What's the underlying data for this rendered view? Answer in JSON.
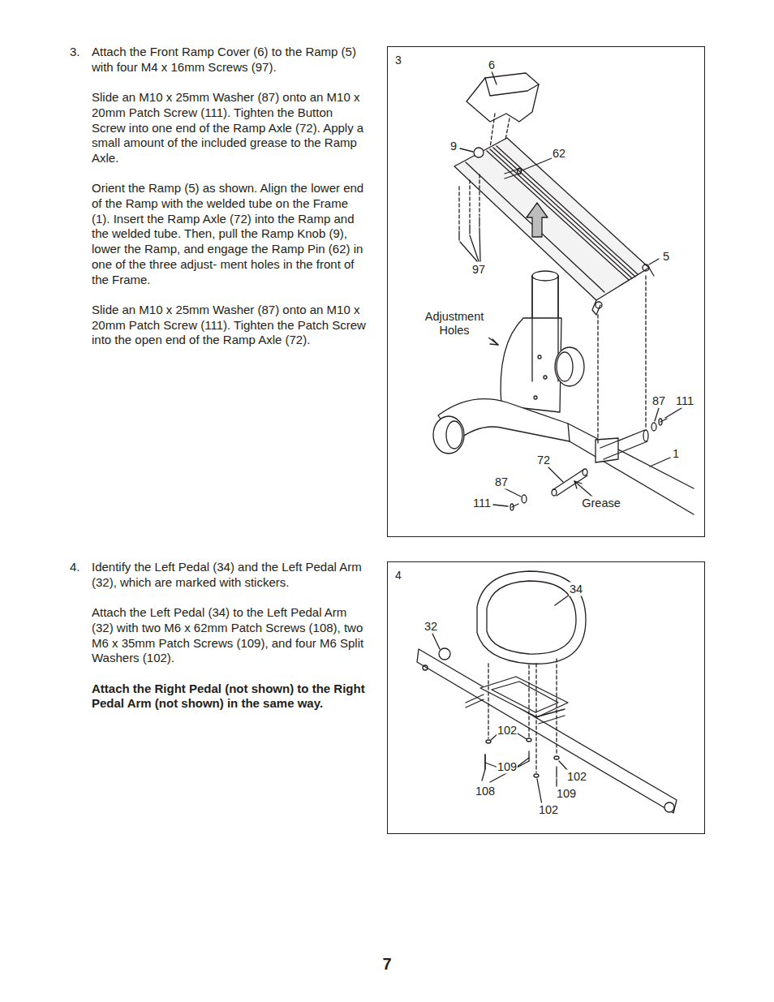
{
  "diagram": {
    "nodes": [
      {
        "text": [
          "3"
        ]
      },
      {
        "text": [
          "4"
        ]
      }
    ],
    "labels": [
      "3.",
      "Attach the Front Ramp Cover (6) to the Ramp (5) with four M4 x 16mm Screws (97).",
      "Slide an M10 x 25mm Washer (87) onto an M10 x 20mm Patch Screw (111). Tighten the Button Screw into one end of the Ramp Axle (72). Apply a small amount of the included grease to the Ramp Axle.",
      "Orient the Ramp (5) as shown. Align the lower end of the Ramp with the welded tube on the Frame (1). Insert the Ramp Axle (72) into the Ramp and the welded tube. Then, pull the Ramp Knob (9), lower the Ramp, and engage the Ramp Pin (62) in one of the three adjust- ment holes in the front of the Frame.",
      "Slide an M10 x 25mm Washer (87) onto an M10 x 20mm Patch Screw (111). Tighten the Patch Screw into the open end of the Ramp Axle (72).",
      "4.",
      "Identify the Left Pedal (34) and the Left Pedal Arm (32), which are marked with stickers.",
      "Attach the Left Pedal (34) to the Left Pedal Arm (32) with two M6 x 62mm Patch Screws (108), two M6 x 35mm Patch Screws (109), and four M6 Split Washers (102).",
      "Attach the Right Pedal (not shown) to the Right Pedal Arm (not shown) in the same way.",
      "6",
      "9",
      "62",
      "97",
      "5",
      "Adjustment Holes",
      "87",
      "111",
      "1",
      "72",
      "87",
      "111",
      "Grease",
      "34",
      "32",
      "102",
      "109",
      "108",
      "102",
      "109",
      "102",
      "7"
    ]
  }
}
